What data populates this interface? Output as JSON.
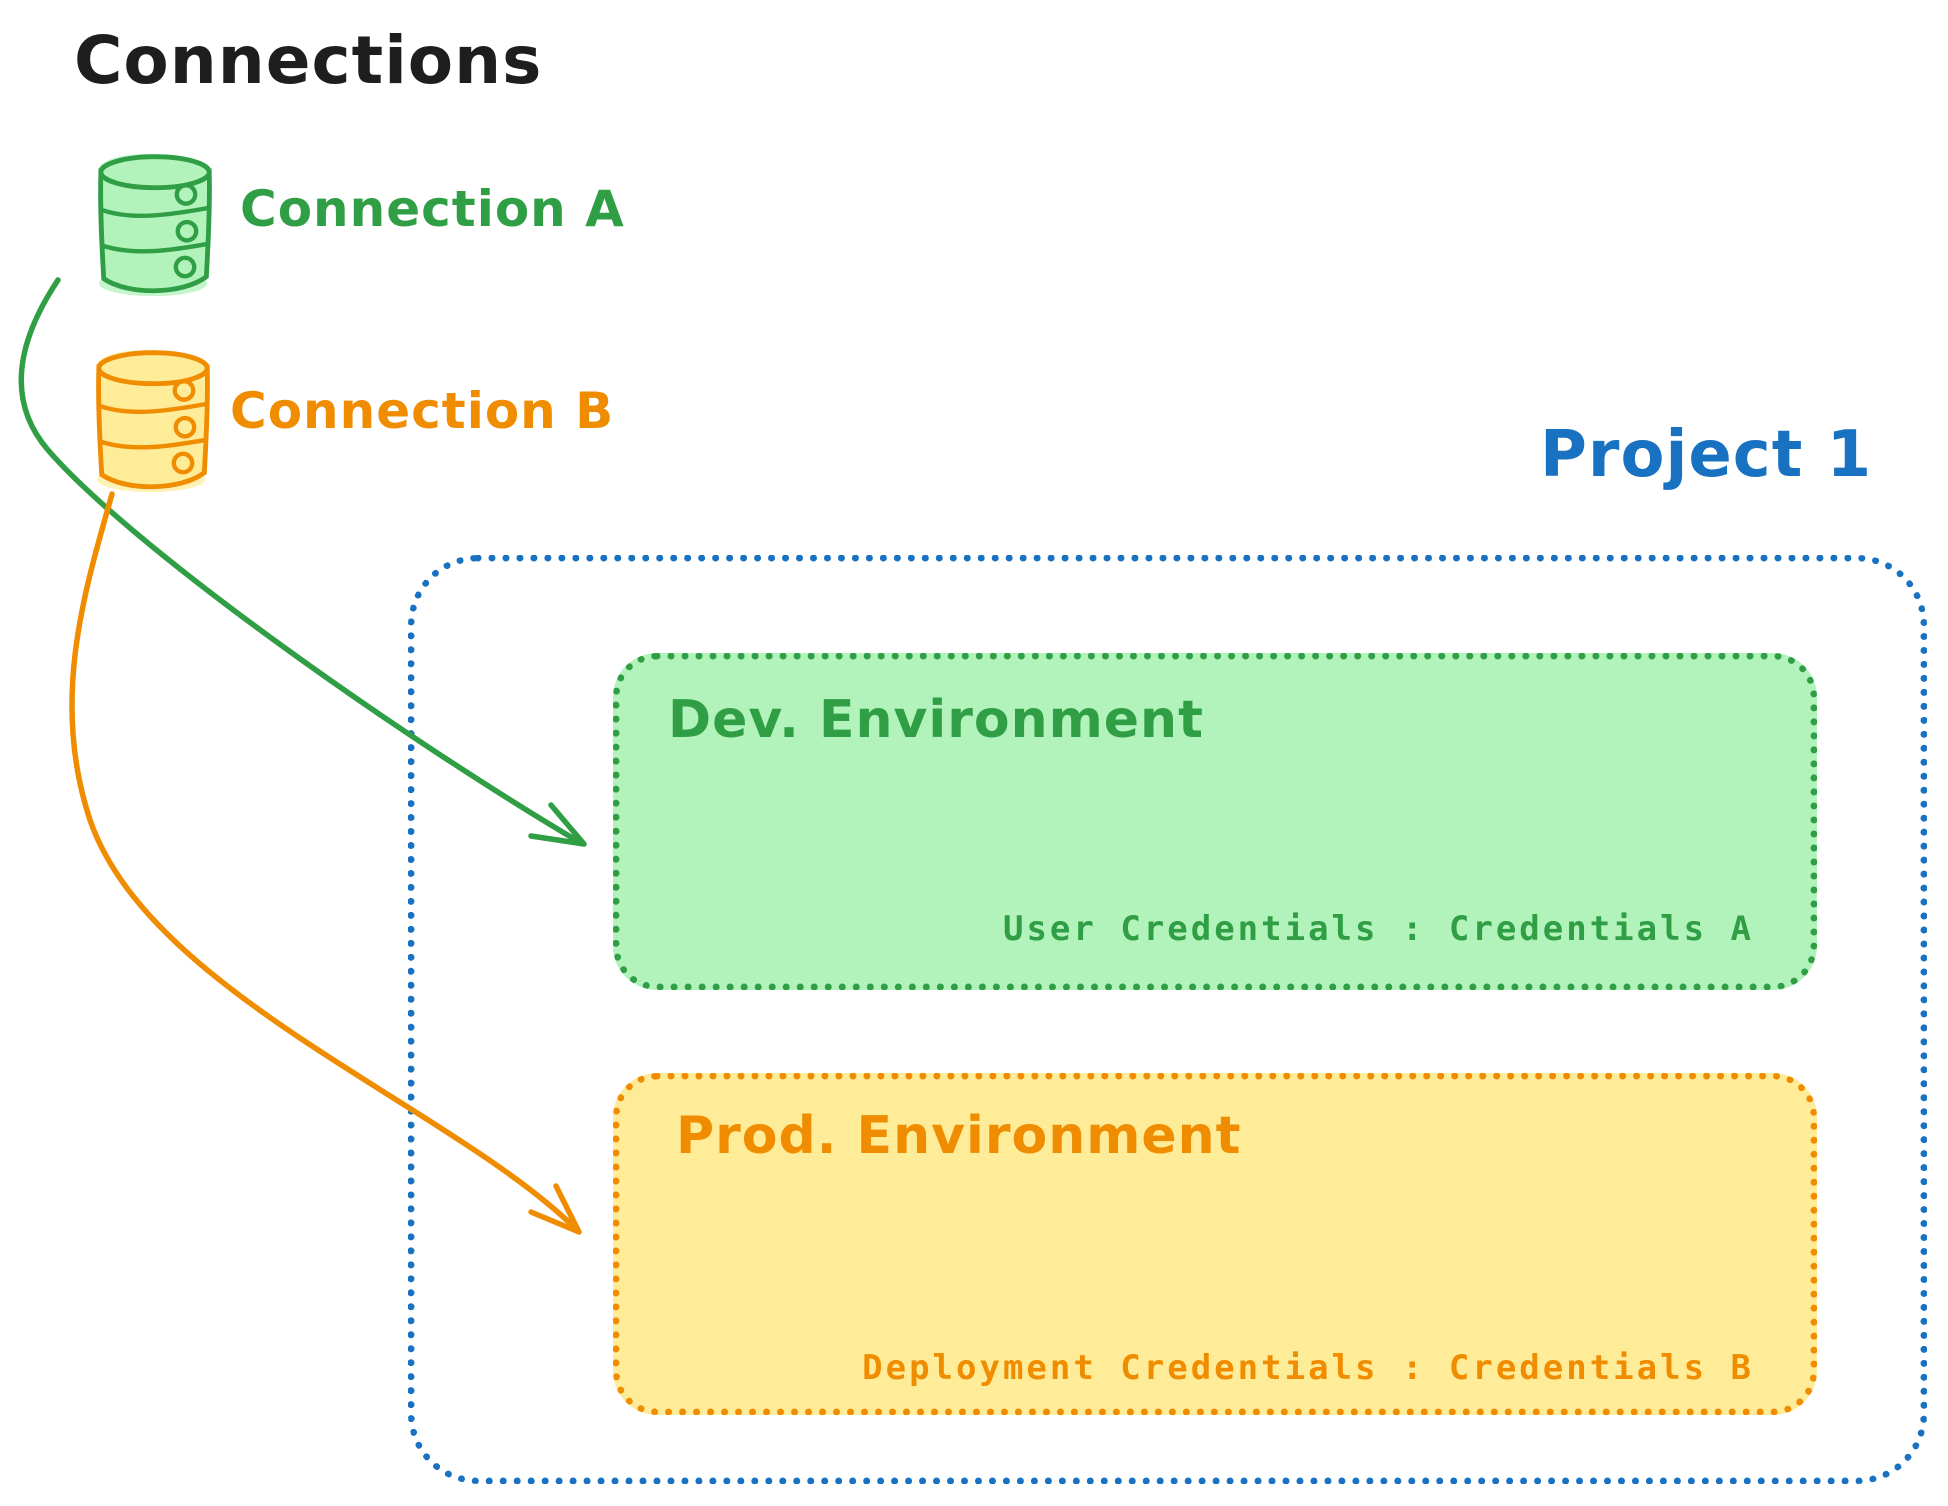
{
  "colors": {
    "ink": "#1e1e1e",
    "green": "#2f9e44",
    "green-fill": "#b2f2bb",
    "orange": "#f08c00",
    "orange-fill": "#ffec99",
    "blue": "#1971c2"
  },
  "connections_panel": {
    "title": "Connections",
    "items": [
      {
        "label": "Connection A",
        "icon": "database-icon",
        "color": "#2f9e44"
      },
      {
        "label": "Connection B",
        "icon": "database-icon",
        "color": "#f08c00"
      }
    ]
  },
  "project": {
    "title": "Project 1",
    "environments": [
      {
        "name": "Dev. Environment",
        "credentials_label": "User Credentials : Credentials A",
        "color": "#2f9e44"
      },
      {
        "name": "Prod. Environment",
        "credentials_label": "Deployment Credentials : Credentials B",
        "color": "#f08c00"
      }
    ]
  },
  "arrows": [
    {
      "name": "connection-a-to-dev-environment",
      "color": "#2f9e44"
    },
    {
      "name": "connection-b-to-prod-environment",
      "color": "#f08c00"
    }
  ]
}
